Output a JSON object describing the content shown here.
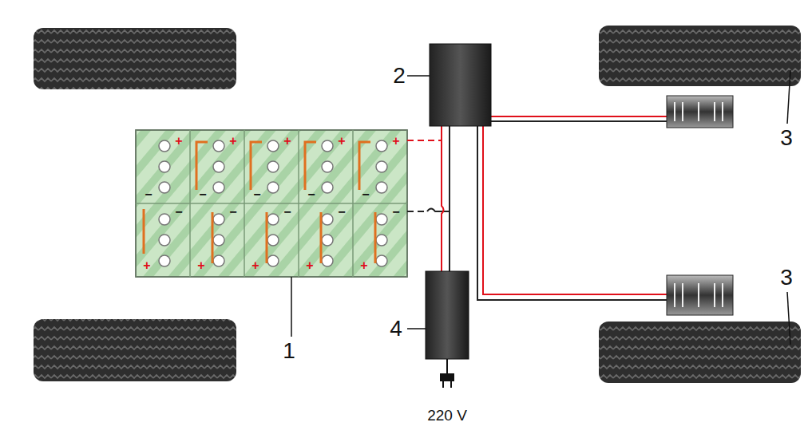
{
  "diagram": {
    "labels": [
      "2",
      "1",
      "3",
      "3",
      "4",
      "220 V",
      "+",
      "+",
      "+",
      "+",
      "+",
      "−",
      "−",
      "−",
      "−",
      "−",
      "−",
      "−",
      "−",
      "−",
      "−",
      "+",
      "+",
      "+",
      "+",
      "+"
    ]
  }
}
